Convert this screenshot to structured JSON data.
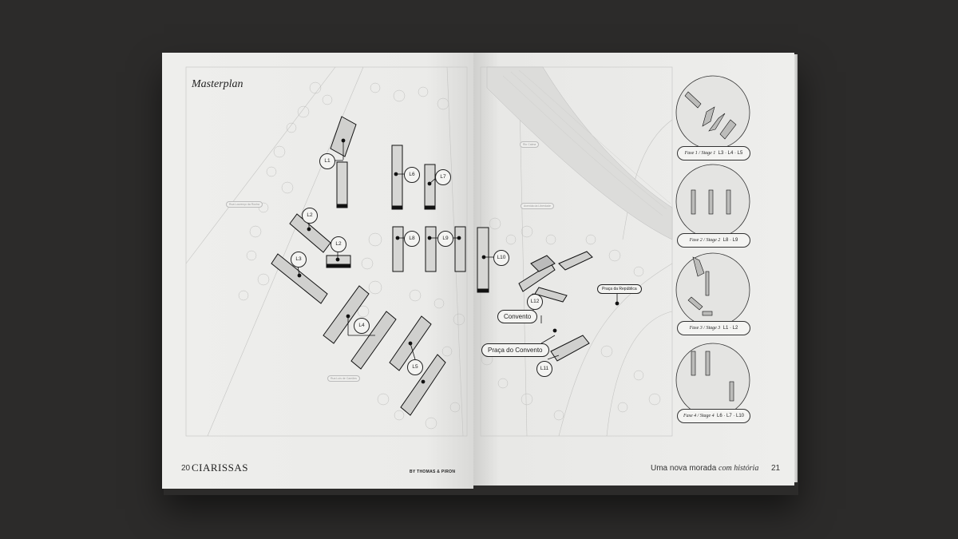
{
  "left_page": {
    "title": "Masterplan",
    "page_number": "20",
    "brand": "CIARISSAS",
    "by_line": "BY THOMAS & PIRON",
    "lots": [
      "L1",
      "L2",
      "L2",
      "L3",
      "L4",
      "L5",
      "L6",
      "L7",
      "L8",
      "L9",
      "L10"
    ],
    "map_labels": [
      "Rua Lourenço da Rocha",
      "Rua Luís de Camões"
    ]
  },
  "right_page": {
    "page_number": "21",
    "tagline_plain": "Uma nova morada",
    "tagline_italic": "com história",
    "places": {
      "convento": "Convento",
      "praca_convento": "Praça do Convento",
      "praca_republica": "Praça da República"
    },
    "lots": [
      "L11",
      "L12"
    ],
    "map_labels": [
      "Rio Caima",
      "Avenida da Liberdade"
    ],
    "stages": [
      {
        "title": "Fase 1 / Stage 1",
        "lots": "L3 · L4 · L5"
      },
      {
        "title": "Fase 2 / Stage 2",
        "lots": "L8 · L9"
      },
      {
        "title": "Fase 3 / Stage 3",
        "lots": "L1 · L2"
      },
      {
        "title": "Fase 4 / Stage 4",
        "lots": "L6 · L7 · L10"
      }
    ]
  }
}
